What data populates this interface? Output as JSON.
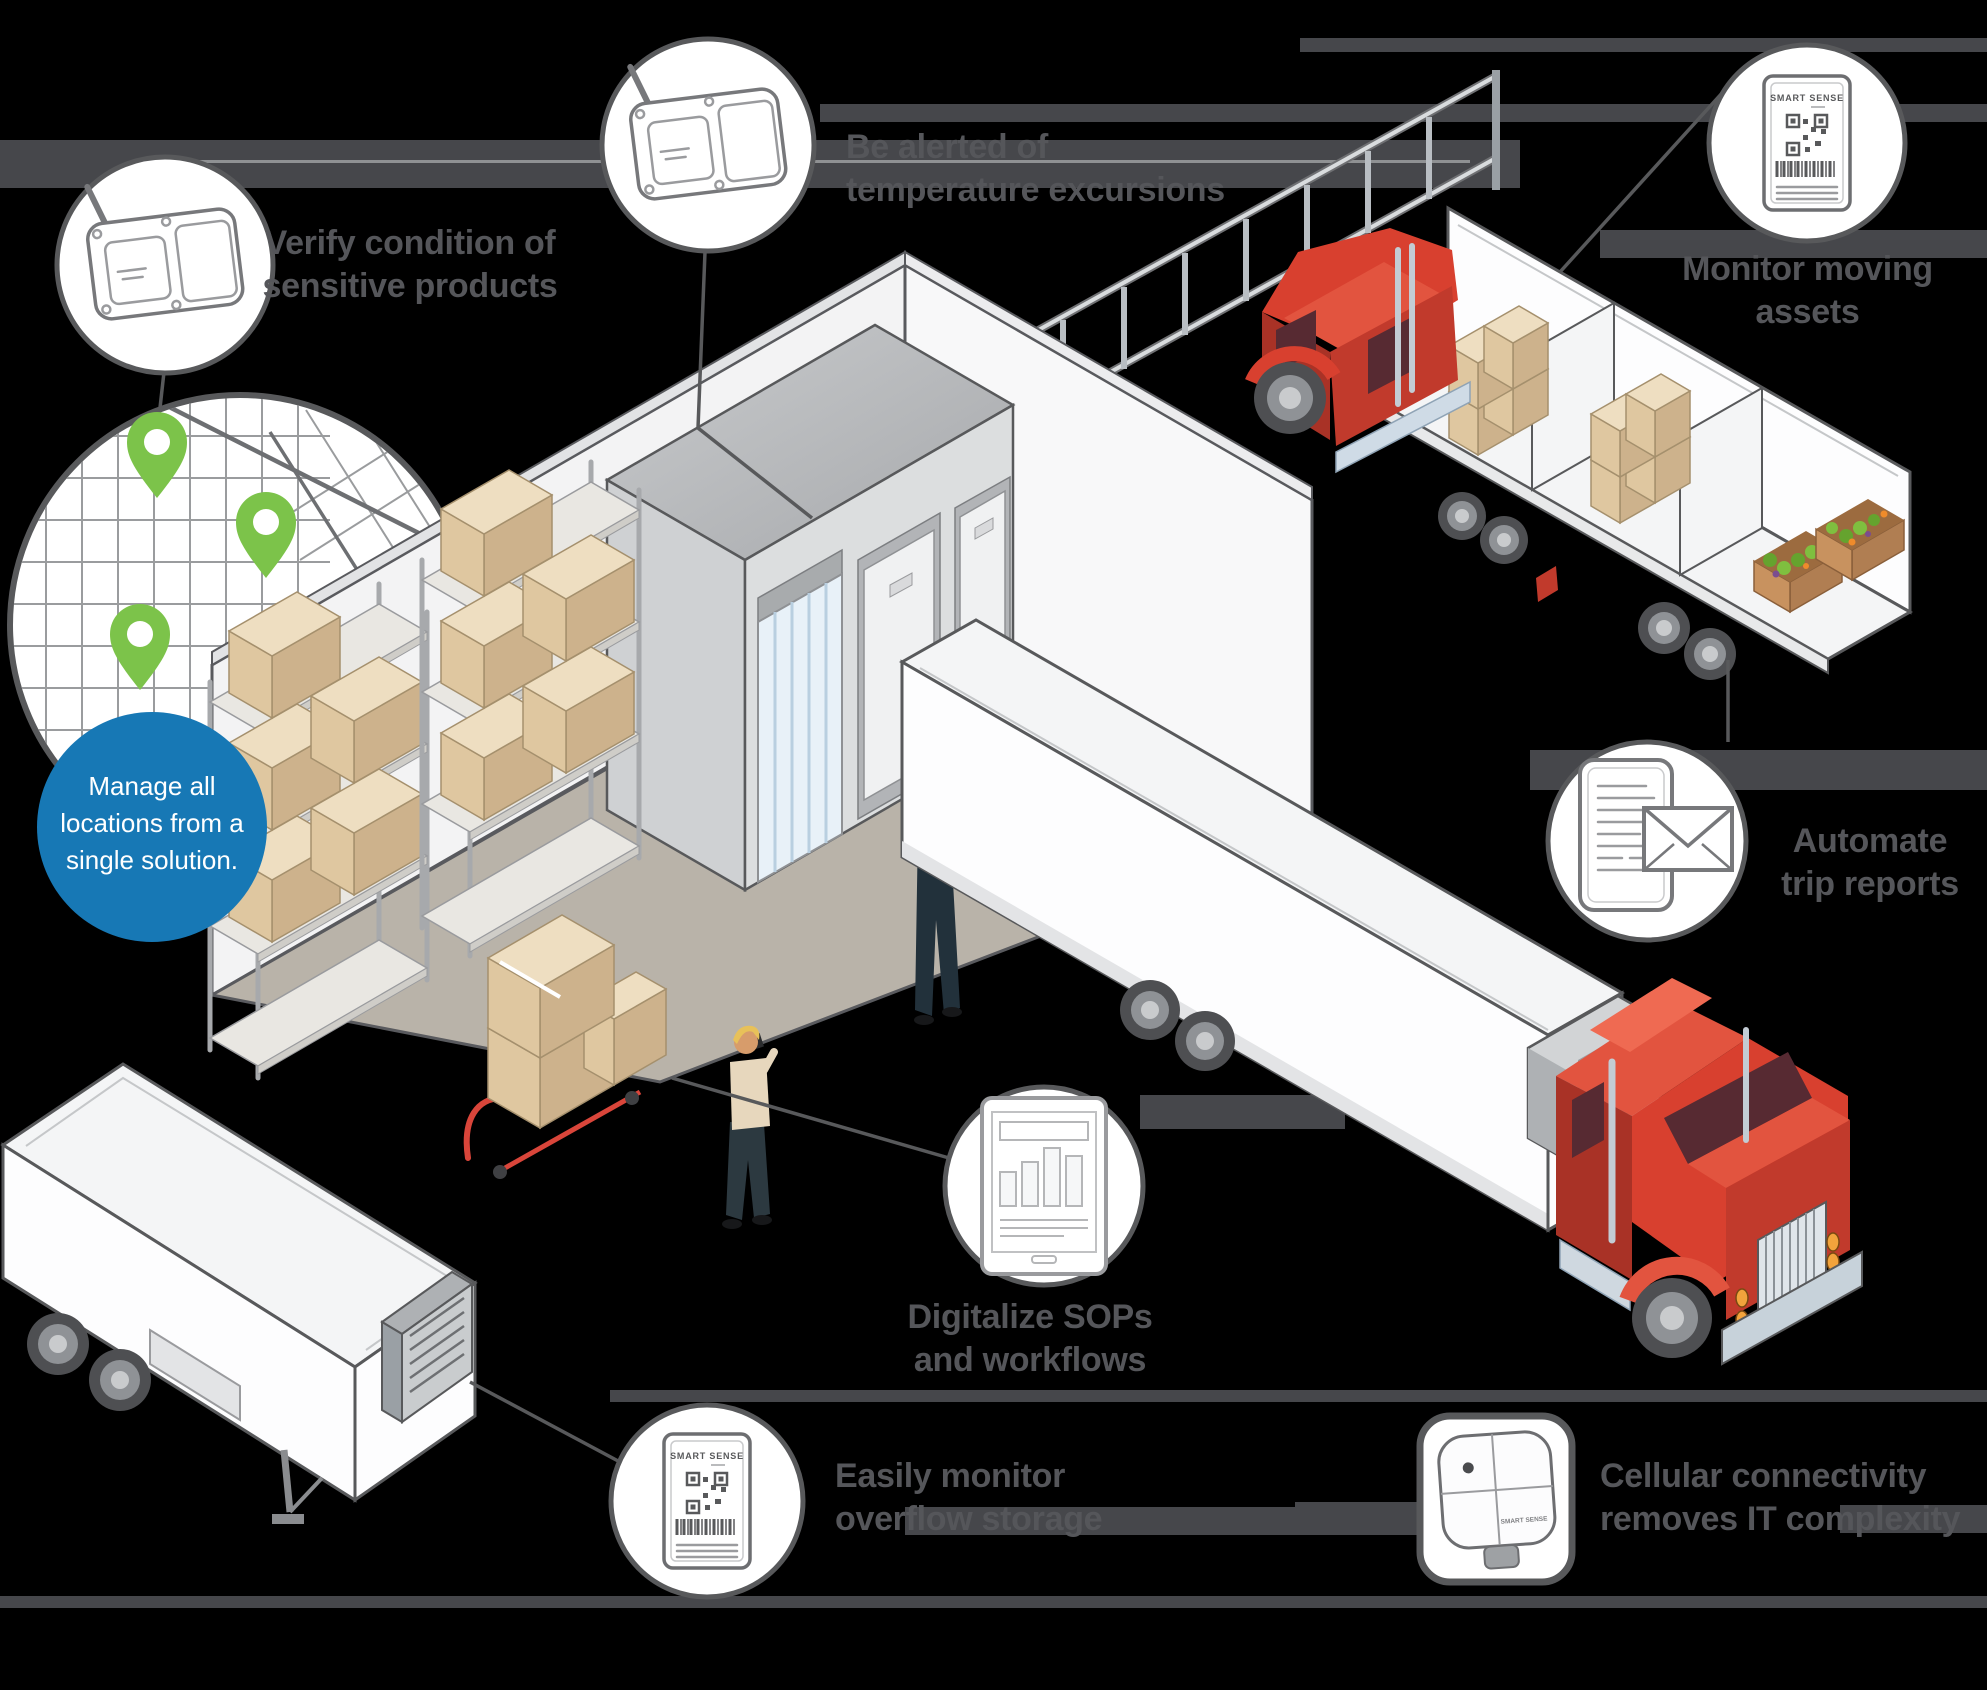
{
  "brand": "SMART SENSE",
  "blue_badge": {
    "text": "Manage all locations from a single solution."
  },
  "callouts": {
    "verify": {
      "lines": [
        "Verify condition of",
        "sensitive products"
      ],
      "icon": "wireless-sensor-icon"
    },
    "alerted": {
      "lines": [
        "Be alerted of",
        "temperature excursions"
      ],
      "icon": "wireless-sensor-icon"
    },
    "monitor": {
      "lines": [
        "Monitor moving",
        "assets"
      ],
      "icon": "asset-label-icon"
    },
    "automate": {
      "lines": [
        "Automate",
        "trip reports"
      ],
      "icon": "phone-report-icon"
    },
    "digitalize": {
      "lines": [
        "Digitalize SOPs",
        "and workflows"
      ],
      "icon": "tablet-sop-icon"
    },
    "overflow": {
      "lines": [
        "Easily monitor",
        "overflow storage"
      ],
      "icon": "asset-label-icon"
    },
    "cellular": {
      "lines": [
        "Cellular connectivity",
        "removes IT complexity"
      ],
      "icon": "cellular-gateway-icon"
    }
  },
  "colors": {
    "accent_blue": "#1778b5",
    "pin_green": "#7cc34a",
    "truck_red": "#d8402f",
    "label_text": "#55565a",
    "outline": "#58595b",
    "background": "#000000"
  }
}
